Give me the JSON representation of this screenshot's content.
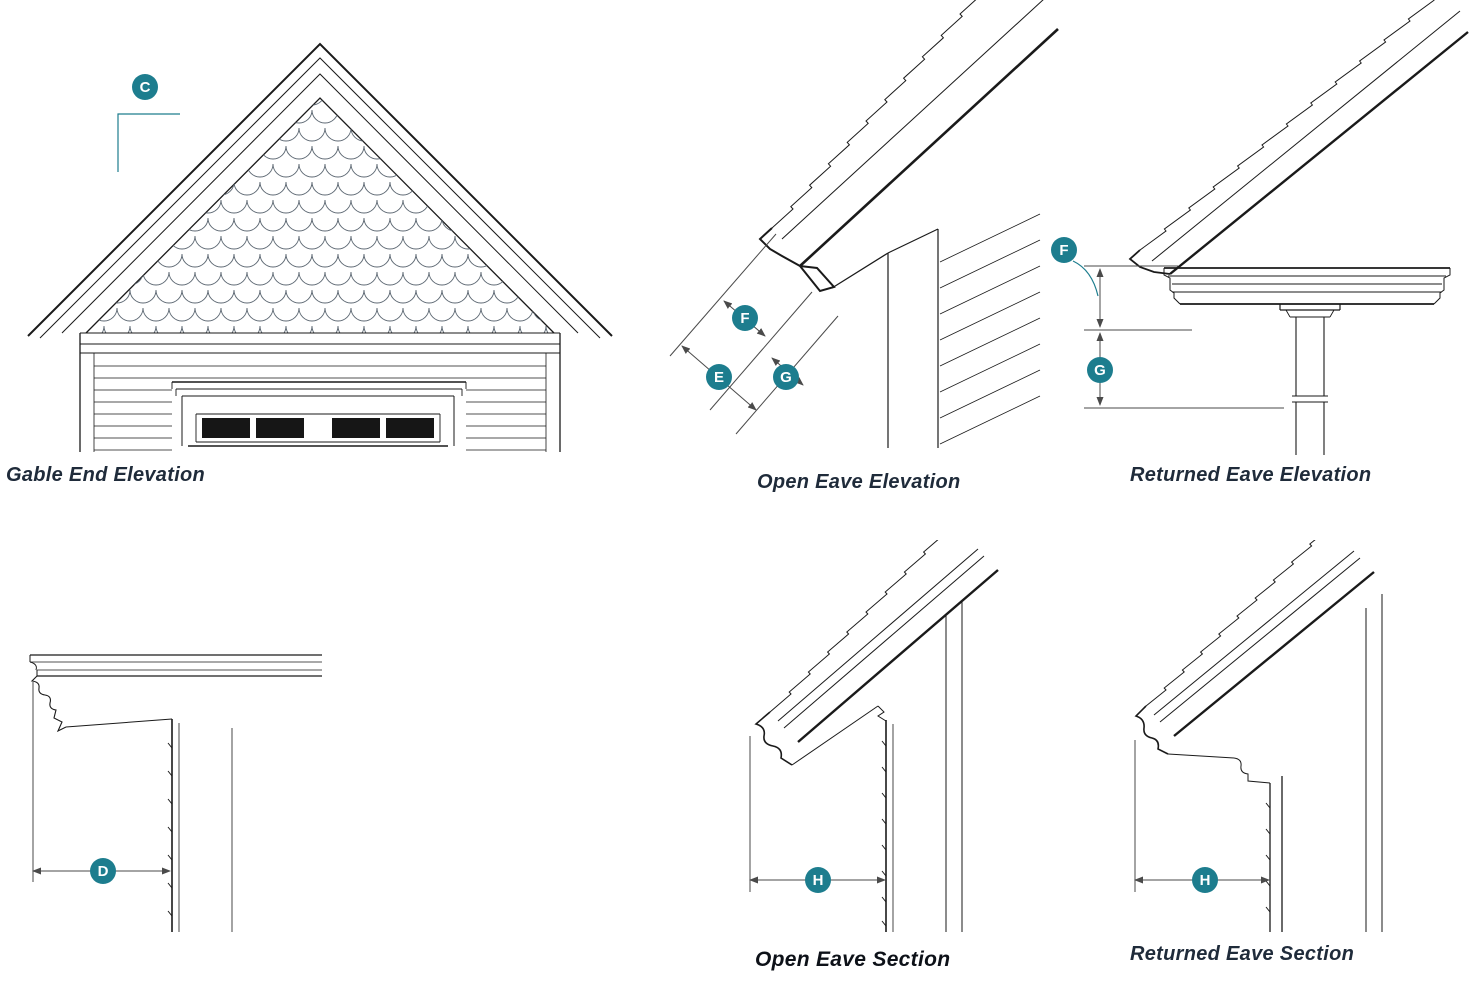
{
  "colors": {
    "accent_teal": "#1d7d8e",
    "line": "#1a1a1a",
    "dimension": "#4a4a4a",
    "caption_text": "#1f2b3a"
  },
  "panels": {
    "gable_end_elevation": {
      "caption": "Gable End Elevation",
      "markers": [
        "C"
      ]
    },
    "open_eave_elevation": {
      "caption": "Open Eave Elevation",
      "markers": [
        "F",
        "E",
        "G"
      ]
    },
    "returned_eave_elevation": {
      "caption": "Returned Eave Elevation",
      "markers": [
        "F",
        "G"
      ]
    },
    "eave_corner_section": {
      "caption": "",
      "markers": [
        "D"
      ]
    },
    "open_eave_section": {
      "caption": "Open Eave Section",
      "markers": [
        "H"
      ]
    },
    "returned_eave_section": {
      "caption": "Returned Eave Section",
      "markers": [
        "H"
      ]
    }
  },
  "markers": {
    "c": "C",
    "f1": "F",
    "e": "E",
    "g1": "G",
    "f2": "F",
    "g2": "G",
    "d": "D",
    "h1": "H",
    "h2": "H"
  }
}
